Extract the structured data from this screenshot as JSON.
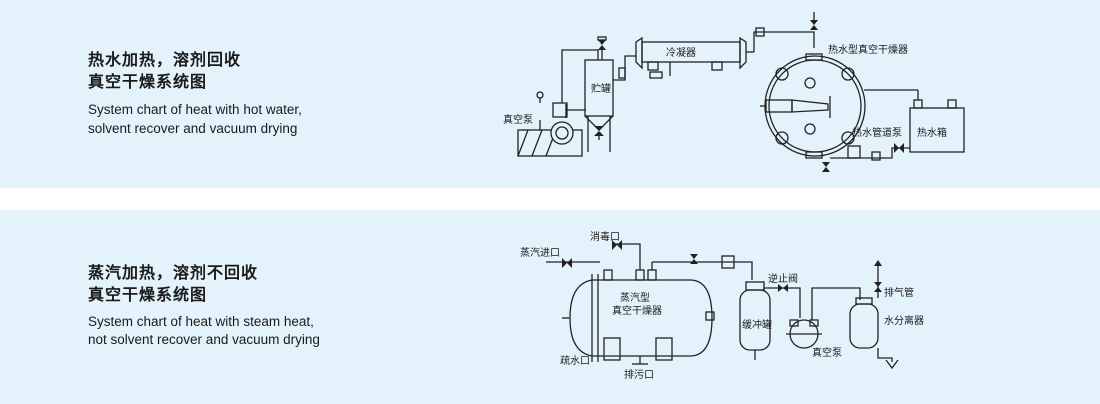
{
  "sections": [
    {
      "title_line1": "热水加热，溶剂回收",
      "title_line2": "真空干燥系统图",
      "subtitle_line1": "System chart of heat with hot water,",
      "subtitle_line2": "solvent recover and vacuum drying",
      "labels": {
        "vacuum_pump": "真空泵",
        "storage_tank": "贮罐",
        "condenser": "冷凝器",
        "dryer": "热水型真空干燥器",
        "hot_water_pump": "热水管道泵",
        "hot_water_tank": "热水箱"
      }
    },
    {
      "title_line1": "蒸汽加热，溶剂不回收",
      "title_line2": "真空干燥系统图",
      "subtitle_line1": "System chart of heat with steam heat,",
      "subtitle_line2": "not solvent recover and vacuum drying",
      "labels": {
        "steam_inlet": "蒸汽进口",
        "disinfect_port": "消毒口",
        "dryer_line1": "蒸汽型",
        "dryer_line2": "真空干燥器",
        "drain_port": "疏水口",
        "sewage_port": "排污口",
        "buffer_tank": "缓冲罐",
        "check_valve": "逆止阀",
        "vacuum_pump": "真空泵",
        "exhaust_pipe": "排气管",
        "water_separator": "水分离器"
      }
    }
  ]
}
